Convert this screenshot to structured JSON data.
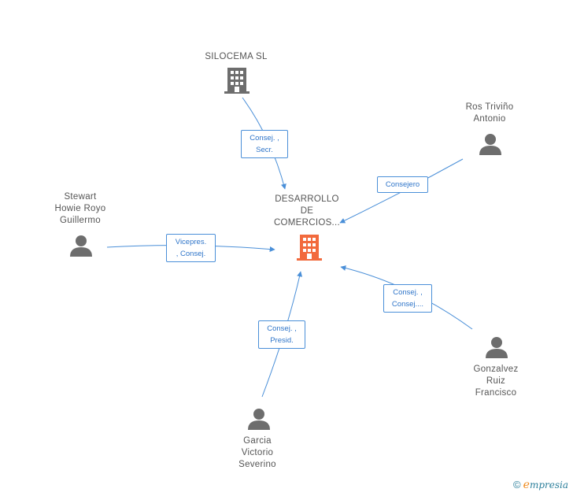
{
  "center": {
    "label_lines": [
      "DESARROLLO",
      "DE",
      "COMERCIOS..."
    ],
    "icon": "building-icon",
    "color": "#f26a3d"
  },
  "nodes": {
    "silocema": {
      "label_lines": [
        "SILOCEMA  SL"
      ],
      "icon": "building-icon"
    },
    "ros": {
      "label_lines": [
        "Ros Triviño",
        "Antonio"
      ],
      "icon": "person-icon"
    },
    "stewart": {
      "label_lines": [
        "Stewart",
        "Howie Royo",
        "Guillermo"
      ],
      "icon": "person-icon"
    },
    "gonzalvez": {
      "label_lines": [
        "Gonzalvez",
        "Ruiz",
        "Francisco"
      ],
      "icon": "person-icon"
    },
    "garcia": {
      "label_lines": [
        "Garcia",
        "Victorio",
        "Severino"
      ],
      "icon": "person-icon"
    }
  },
  "relations": {
    "silocema": [
      "Consej. ,",
      "Secr."
    ],
    "ros": [
      "Consejero"
    ],
    "stewart": [
      "Vicepres.",
      ", Consej."
    ],
    "gonzalvez": [
      "Consej. ,",
      "Consej...."
    ],
    "garcia": [
      "Consej. ,",
      "Presid."
    ]
  },
  "colors": {
    "edge": "#4a8fd8",
    "node_icon": "#6d6d6d",
    "label": "#555555"
  },
  "brand": {
    "copyright": "©",
    "first_letter": "e",
    "rest": "mpresia"
  }
}
